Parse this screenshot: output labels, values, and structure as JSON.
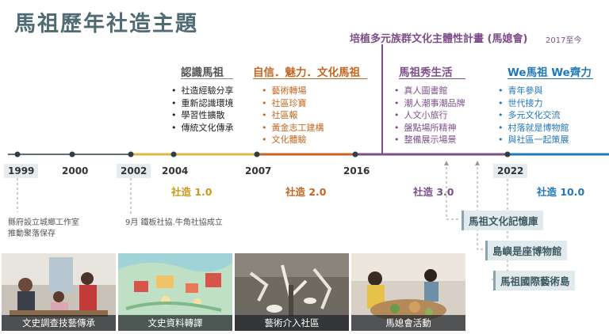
{
  "title": "馬祖歷年社造主題",
  "banner": {
    "text": "培植多元族群文化主體性計畫 (馬媳會)",
    "year_note": "2017至今"
  },
  "columns": [
    {
      "heading": "認識馬祖",
      "color": "#555555",
      "items": [
        "社造經驗分享",
        "重新認識環境",
        "學習性擴散",
        "傳統文化傳承"
      ]
    },
    {
      "heading": "自信．魅力．文化馬祖",
      "color": "#c4661f",
      "items": [
        "藝術轉場",
        "社區珍寶",
        "社區報",
        "黃金志工建構",
        "文化體驗"
      ]
    },
    {
      "heading": "馬祖秀生活",
      "color": "#7d4e8a",
      "items": [
        "真人圖書館",
        "潮人潮事潮品牌",
        "人文小旅行",
        "盤點場所精神",
        "整備展示場景"
      ]
    },
    {
      "heading": "We馬祖 We齊力",
      "color": "#2277b8",
      "items": [
        "青年參與",
        "世代接力",
        "多元文化交流",
        "村落就是博物館",
        "與社區一起策展"
      ]
    }
  ],
  "timeline": {
    "years": [
      "1999",
      "2000",
      "2002",
      "2004",
      "2007",
      "2016",
      "2022"
    ],
    "phases": [
      {
        "label": "社造 1.0",
        "color": "#c99a1a"
      },
      {
        "label": "社造 2.0",
        "color": "#c4661f"
      },
      {
        "label": "社造 3.0",
        "color": "#7d4e8a"
      },
      {
        "label": "社造 10.0",
        "color": "#2277b8"
      }
    ]
  },
  "notes": {
    "n1999": "縣府設立城鄉工作室\n推動聚落保存",
    "n2002": "9月 鐵板社協.牛角社協成立"
  },
  "tags": [
    "馬祖文化記憶庫",
    "島嶼是座博物館",
    "馬祖國際藝術島"
  ],
  "photos": [
    "文史調查技藝傳承",
    "文史資料轉譯",
    "藝術介入社區",
    "馬媳會活動"
  ],
  "colors": {
    "accent_title": "#4f6b74",
    "phase1": "#e2b63b",
    "phase2": "#c4661f",
    "phase3": "#7d4e8a",
    "phase4": "#2277b8"
  }
}
